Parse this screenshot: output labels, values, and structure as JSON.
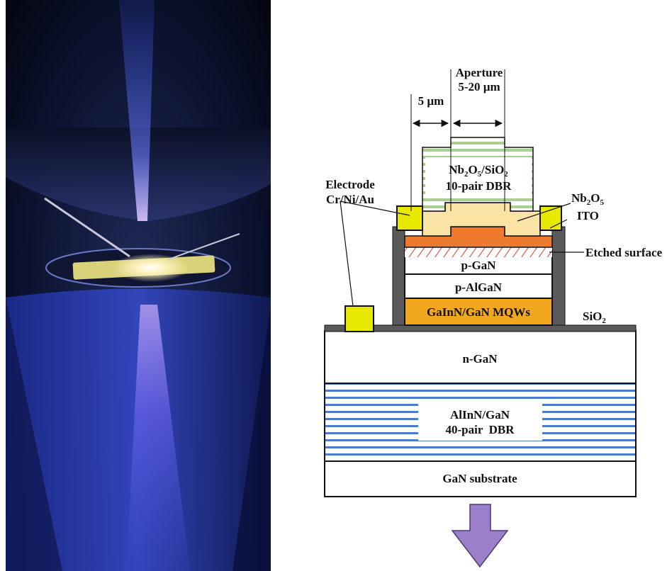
{
  "photo": {
    "description_icon": "vcsel-device-emission-photo"
  },
  "diagram": {
    "aperture_title": "Aperture",
    "aperture_range": "5-20 µm",
    "offset_label": "5 µm",
    "top_dbr_line1": "Nb",
    "top_dbr_line1_sub": "2",
    "top_dbr_line1_mid": "O",
    "top_dbr_line1_sub2": "5",
    "top_dbr_line1_end": "/SiO",
    "top_dbr_line1_sub3": "2",
    "top_dbr_line2": "10-pair DBR",
    "electrode_line1": "Electrode",
    "electrode_line2": "Cr/Ni/Au",
    "nb2o5_main": "Nb",
    "nb2o5_sub1": "2",
    "nb2o5_mid": "O",
    "nb2o5_sub2": "5",
    "ito": "ITO",
    "etched_surface": "Etched surface",
    "p_gan": "p-GaN",
    "p_algan": "p-AlGaN",
    "mqw": "GaInN/GaN MQWs",
    "sio2_main": "SiO",
    "sio2_sub": "2",
    "n_gan": "n-GaN",
    "bottom_dbr_line1": "AlInN/GaN",
    "bottom_dbr_line2": "40-pair  DBR",
    "substrate": "GaN substrate",
    "colors": {
      "electrode": "#e8e800",
      "ito": "#ee7a30",
      "mqw": "#f2a81e",
      "nb2o5": "#fbe3a6",
      "dbr_green": "#a9d08e",
      "sio2": "#5a5a5a",
      "bottom_dbr": "#4a7bd0",
      "arrow": "#9b7fc9"
    }
  }
}
